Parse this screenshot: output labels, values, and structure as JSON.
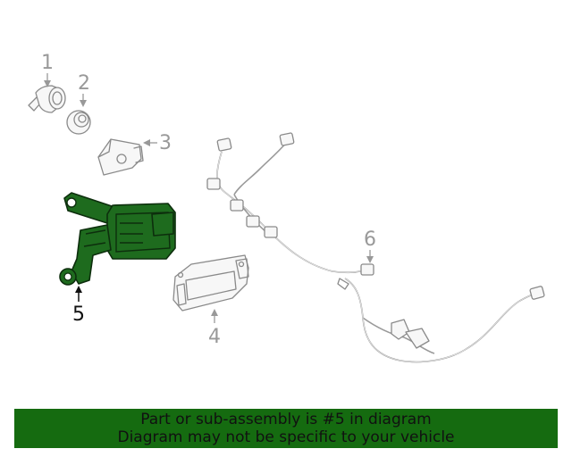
{
  "callouts": [
    "1",
    "2",
    "3",
    "4",
    "5",
    "6"
  ],
  "highlighted_part": "5",
  "banner": {
    "line1": "Part or sub-assembly is #5 in diagram",
    "line2": "Diagram may not be specific to your vehicle"
  },
  "colors": {
    "highlight": "#1e6b1e",
    "banner": "#156b10",
    "callout_label": "#999999",
    "active_label": "#111111"
  },
  "parts": [
    {
      "callout": "1",
      "icon": "parking-sensor-icon"
    },
    {
      "callout": "2",
      "icon": "sensor-grommet-icon"
    },
    {
      "callout": "3",
      "icon": "sensor-bracket-icon"
    },
    {
      "callout": "4",
      "icon": "control-module-icon"
    },
    {
      "callout": "5",
      "icon": "module-bracket-icon"
    },
    {
      "callout": "6",
      "icon": "wiring-harness-icon"
    }
  ]
}
